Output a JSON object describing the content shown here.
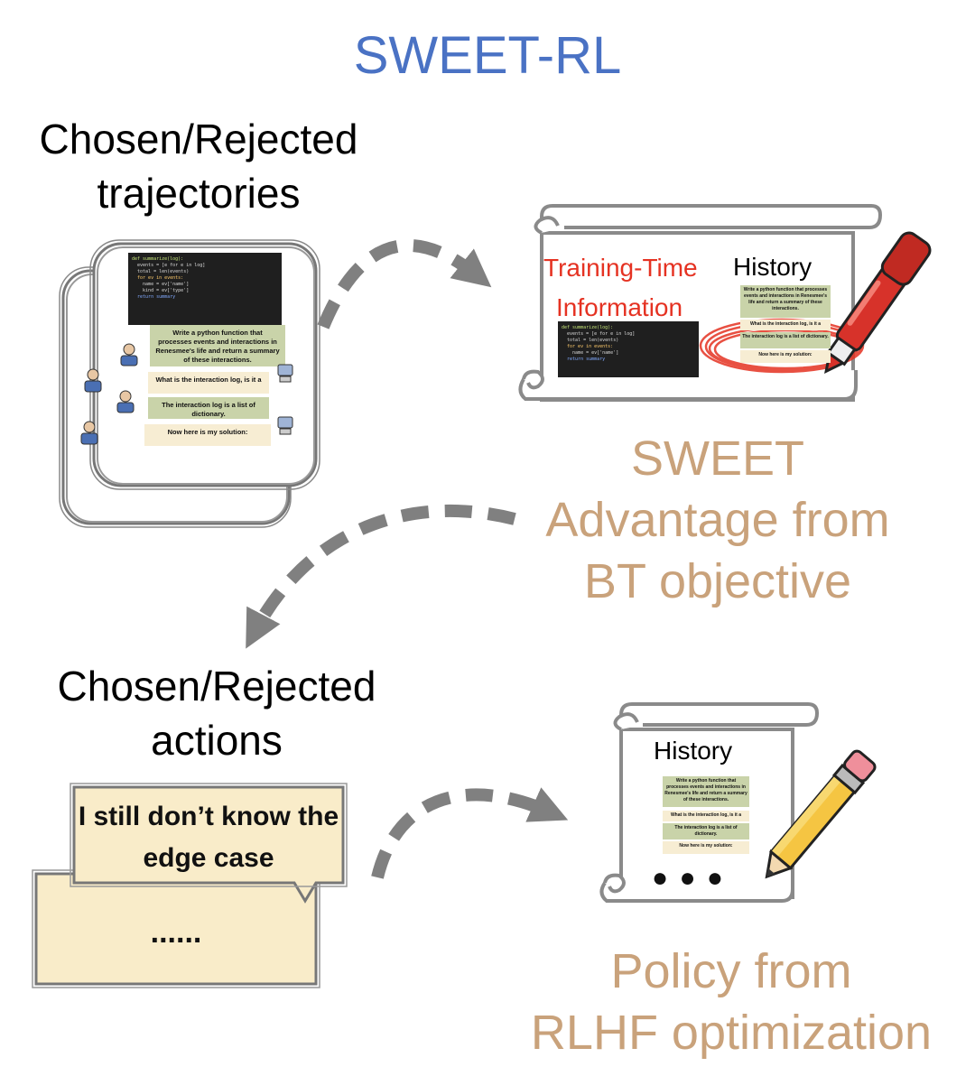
{
  "title": "SWEET-RL",
  "colors": {
    "title": "#4a72c4",
    "tan": "#c9a27b",
    "red": "#e53222",
    "arrow": "#808080",
    "green_msg": "#c9d3a9",
    "cream_msg": "#f7edd3",
    "bubble": "#f9ecc9"
  },
  "labels": {
    "trajectories_line1": "Chosen/Rejected",
    "trajectories_line2": "trajectories",
    "actions_line1": "Chosen/Rejected",
    "actions_line2": "actions",
    "sweet_line1": "SWEET",
    "sweet_line2": "Advantage from",
    "sweet_line3": "BT objective",
    "policy_line1": "Policy from",
    "policy_line2": "RLHF optimization"
  },
  "conversation": {
    "msg1": "Write a python function that processes events and interactions in Renesmee's life and return a summary of these interactions.",
    "msg2": "What is the interaction log, is it a",
    "msg3": "The interaction log is a list of dictionary.",
    "msg4": "Now here is my solution:"
  },
  "sweet_scroll": {
    "red_line1": "Training-Time",
    "red_line2": "Information",
    "history": "History"
  },
  "policy_scroll": {
    "history": "History",
    "dots": "● ● ●"
  },
  "bubbles": {
    "front": "I still don’t know the edge case",
    "back": "......"
  },
  "icons": [
    "user-icon",
    "robot-icon",
    "marker-icon",
    "pencil-icon",
    "scroll-icon",
    "arrow-icon"
  ]
}
